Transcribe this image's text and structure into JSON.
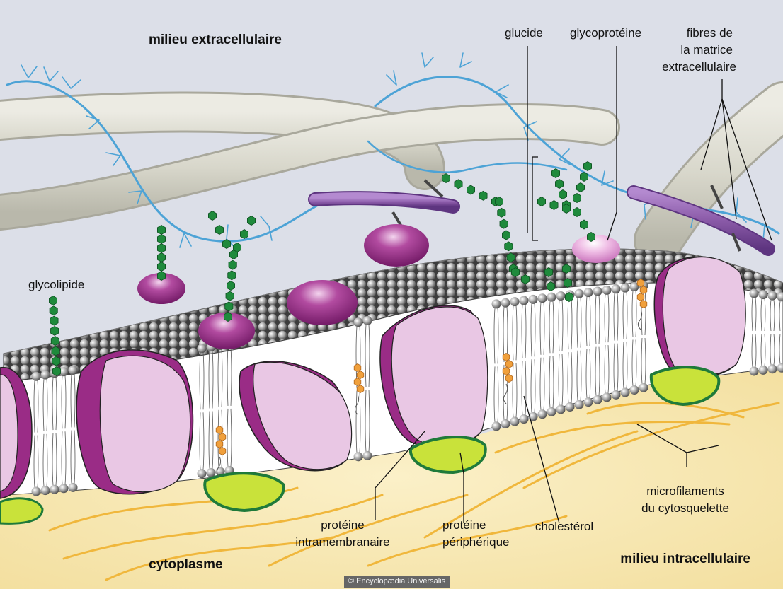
{
  "regions": {
    "extracellular": "milieu extracellulaire",
    "cytoplasm": "cytoplasme",
    "intracellular": "milieu intracellulaire"
  },
  "labels": {
    "glucide": "glucide",
    "glycoprotein": "glycoprotéine",
    "matrix_fibers": [
      "fibres de",
      "la matrice",
      "extracellulaire"
    ],
    "glycolipid": "glycolipide",
    "microfilaments": [
      "microfilaments",
      "du cytosquelette"
    ],
    "cholesterol": "cholestérol",
    "intramembrane_protein": [
      "protéine",
      "intramembranaire"
    ],
    "peripheral_protein": [
      "protéine",
      "périphérique"
    ]
  },
  "credit": "© Encyclopædia Universalis",
  "colors": {
    "extracellular_bg": "#dcdfe8",
    "cytoplasm_bg": "#f6e7b4",
    "matrix_fiber": "#dcdbd0",
    "proteoglycan": "#4da3d6",
    "integral_protein": "#e9c7e4",
    "protein_side": "#9a2c86",
    "peripheral_protein": "#c9e23a",
    "peripheral_protein_dark": "#1f7a3a",
    "sugar": "#1f8a3c",
    "cholesterol": "#f0a03c",
    "lipid_head": "#9a9a9a",
    "microfilament": "#f0b73c",
    "purple_rod": "#8a5aa8"
  }
}
